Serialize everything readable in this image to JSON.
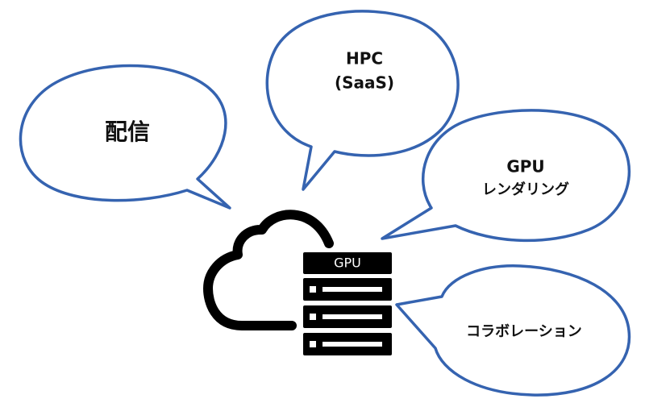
{
  "bubbles": {
    "delivery": {
      "label": "配信"
    },
    "hpc": {
      "line1": "HPC",
      "line2": "(SaaS)"
    },
    "gpu_rendering": {
      "line1": "GPU",
      "line2": "レンダリング"
    },
    "collaboration": {
      "label": "コラボレーション"
    }
  },
  "server": {
    "top_label": "GPU"
  },
  "colors": {
    "bubble_stroke": "#3563b0",
    "icon_fill": "#000000",
    "background": "#ffffff"
  }
}
